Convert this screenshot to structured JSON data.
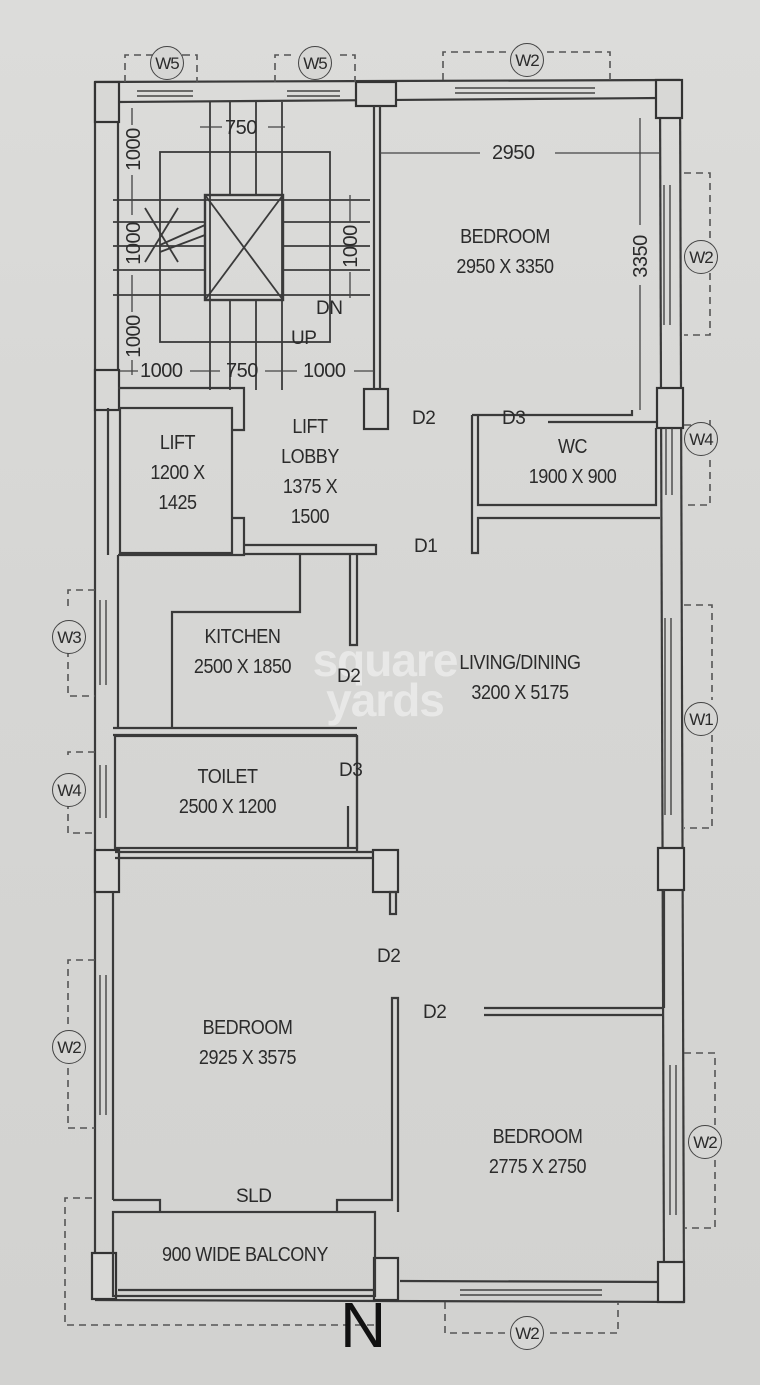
{
  "plan": {
    "rooms": {
      "bedroom_ne": {
        "name": "BEDROOM",
        "size": "2950 X 3350"
      },
      "lift": {
        "name": "LIFT",
        "size_a": "1200 X",
        "size_b": "1425"
      },
      "lift_lobby": {
        "name_a": "LIFT",
        "name_b": "LOBBY",
        "size_a": "1375 X",
        "size_b": "1500"
      },
      "wc": {
        "name": "WC",
        "size": "1900 X 900"
      },
      "kitchen": {
        "name": "KITCHEN",
        "size": "2500 X 1850"
      },
      "living_dining": {
        "name": "LIVING/DINING",
        "size": "3200 X 5175"
      },
      "toilet": {
        "name": "TOILET",
        "size": "2500 X 1200"
      },
      "bedroom_sw": {
        "name": "BEDROOM",
        "size": "2925 X 3575"
      },
      "bedroom_se": {
        "name": "BEDROOM",
        "size": "2775 X 2750"
      },
      "balcony": {
        "name": "900 WIDE BALCONY"
      }
    },
    "doors": {
      "d2_lobby": "D2",
      "d3_wc": "D3",
      "d1_entry": "D1",
      "d2_kitchen": "D2",
      "d3_toilet": "D3",
      "d2_bed_sw": "D2",
      "d2_bed_se": "D2",
      "sld_balcony": "SLD"
    },
    "windows": {
      "w5_top_left": "W5",
      "w5_top_mid": "W5",
      "w2_top_right": "W2",
      "w2_right_bedroom": "W2",
      "w4_wc": "W4",
      "w3_kitchen": "W3",
      "w1_living": "W1",
      "w4_toilet": "W4",
      "w2_left_bedroom": "W2",
      "w2_right_bottom": "W2",
      "w2_bottom": "W2"
    },
    "dimensions": {
      "stair_top_width": "750",
      "stair_left_1": "1000",
      "stair_left_2": "1000",
      "stair_left_3": "1000",
      "stair_right": "1000",
      "stair_bottom_left": "1000",
      "stair_bottom_mid": "750",
      "stair_bottom_right": "1000",
      "bedroom_width": "2950",
      "bedroom_height": "3350"
    },
    "stair_labels": {
      "down": "DN",
      "up": "UP"
    },
    "north_label": "N",
    "watermark": {
      "line1": "square",
      "line2": "yards"
    }
  }
}
